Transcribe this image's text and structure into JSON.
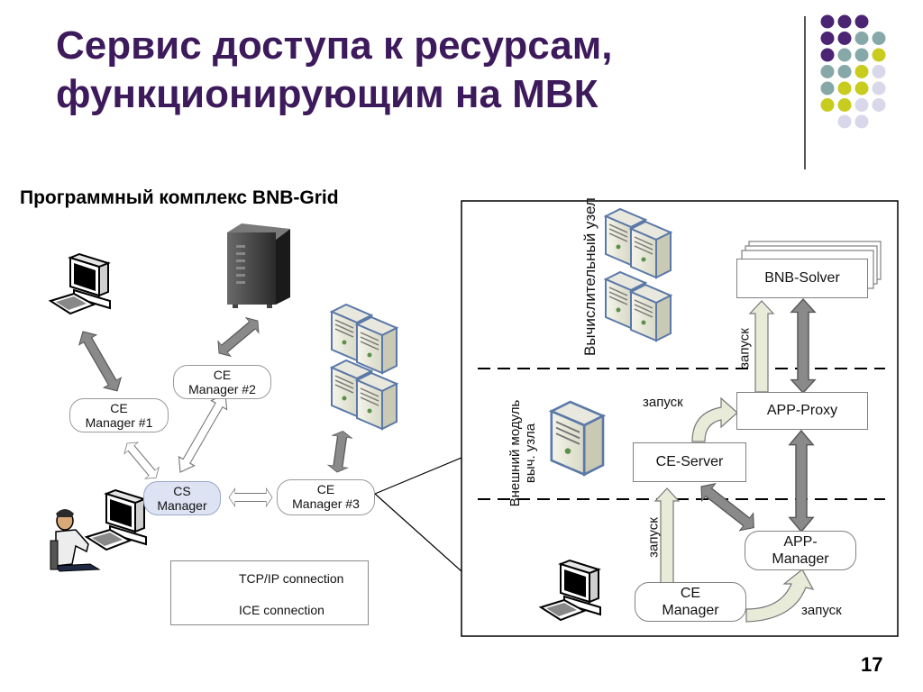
{
  "slide": {
    "title_line1": "Сервис доступа к ресурсам,",
    "title_line2": "функционирующим на МВК",
    "subtitle": "Программный комплекс BNB-Grid",
    "page_number": "17"
  },
  "left_diagram": {
    "ce1": [
      "CE",
      "Manager #1"
    ],
    "ce2": [
      "CE",
      "Manager #2"
    ],
    "ce3": [
      "CE",
      "Manager #3"
    ],
    "cs": [
      "CS",
      "Manager"
    ]
  },
  "legend": {
    "tcp": "TCP/IP connection",
    "ice": "ICE connection"
  },
  "right_diagram": {
    "compute_node_label": "Вычислительный узел",
    "external_module_label": "Внешний модуль выч. узла",
    "bnb_solver": "BNB-Solver",
    "app_proxy": "APP-Proxy",
    "ce_server": "CE-Server",
    "app_manager": [
      "APP-",
      "Manager"
    ],
    "ce_manager": [
      "CE",
      "Manager"
    ],
    "launch_label": "запуск"
  },
  "colors": {
    "title": "#3d1a5b",
    "dot_purple": "#4b2473",
    "dot_teal": "#86a8a8",
    "dot_yellow": "#c8cc1e",
    "dot_lavender": "#d8d8ea"
  }
}
